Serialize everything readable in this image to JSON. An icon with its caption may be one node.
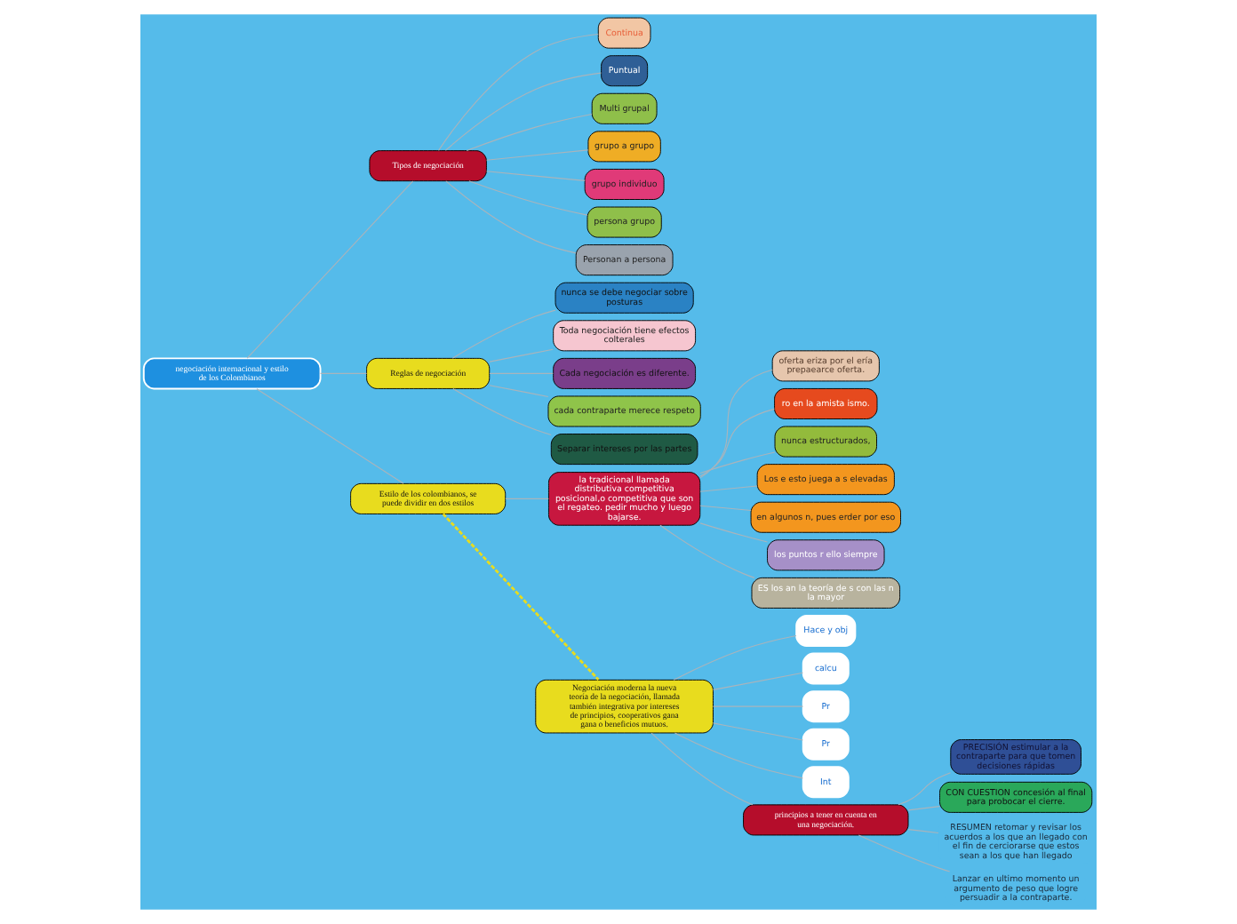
{
  "diagram": {
    "nodes": [
      {
        "text": [
          "negociación internacional y estilo de los Colombianos"
        ]
      },
      {
        "text": [
          "Tipos de negociación"
        ]
      },
      {
        "text": [
          "Continua"
        ]
      },
      {
        "text": [
          "Puntual"
        ]
      },
      {
        "text": [
          "Multi grupal"
        ]
      },
      {
        "text": [
          "grupo a grupo"
        ]
      },
      {
        "text": [
          "grupo individuo"
        ]
      },
      {
        "text": [
          "persona grupo"
        ]
      },
      {
        "text": [
          "Personan a persona"
        ]
      },
      {
        "text": [
          "Reglas de negociación"
        ]
      },
      {
        "text": [
          "nunca se debe negociar sobre posturas"
        ]
      },
      {
        "text": [
          "Toda negociación tiene efectos colterales"
        ]
      },
      {
        "text": [
          "Cada negociación es diferente."
        ]
      },
      {
        "text": [
          "cada contraparte merece respeto"
        ]
      },
      {
        "text": [
          "Separar intereses por las partes"
        ]
      },
      {
        "text": [
          "Estilo de los colombianos, se puede dividir en dos estilos"
        ]
      },
      {
        "text": [
          "la tradicional llamada distributiva competitiva posicional,o competitiva que son el regateo. pedir mucho y luego bajarse."
        ]
      },
      {
        "text": [
          "oferta eriza por el ería prepaearce oferta."
        ]
      },
      {
        "text": [
          "ro en la amista ismo."
        ]
      },
      {
        "text": [
          "nunca estructurados,"
        ]
      },
      {
        "text": [
          "Los e esto juega a s elevadas"
        ]
      },
      {
        "text": [
          "en algunos n, pues erder por eso"
        ]
      },
      {
        "text": [
          "los puntos r ello siempre"
        ]
      },
      {
        "text": [
          "ES los an la teoría de s con las n la mayor"
        ]
      },
      {
        "text": [
          "Negociación moderna la nueva teoría de la negociación, llamada también integrativa por intereses de principios, cooperativos gana gana o beneficios mutuos."
        ]
      },
      {
        "text": [
          "Hace y obj"
        ]
      },
      {
        "text": [
          "calcu"
        ]
      },
      {
        "text": [
          "Pr"
        ]
      },
      {
        "text": [
          "Pr"
        ]
      },
      {
        "text": [
          "Int"
        ]
      },
      {
        "text": [
          "principios a tener en cuenta en una negociación."
        ]
      },
      {
        "text": [
          "PRECISIÓN estimular a la contraparte para que tomen decisiones rápidas"
        ]
      },
      {
        "text": [
          "CON CUESTION concesión al final para probocar el cierre."
        ]
      },
      {
        "text": [
          "RESUMEN retomar y revisar los acuerdos a los que an llegado con el fin de cerciorarse que estos sean a los que han llegado"
        ]
      },
      {
        "text": [
          "Lanzar en ultimo momento un argumento de peso que logre persuadir a la contraparte."
        ]
      }
    ],
    "edges": [
      {
        "from": 0,
        "to": 1,
        "arrow": "none"
      },
      {
        "from": 1,
        "to": 2,
        "arrow": "none"
      },
      {
        "from": 1,
        "to": 3,
        "arrow": "none"
      },
      {
        "from": 1,
        "to": 4,
        "arrow": "none"
      },
      {
        "from": 1,
        "to": 5,
        "arrow": "none"
      },
      {
        "from": 1,
        "to": 6,
        "arrow": "none"
      },
      {
        "from": 1,
        "to": 7,
        "arrow": "none"
      },
      {
        "from": 1,
        "to": 8,
        "arrow": "none"
      },
      {
        "from": 0,
        "to": 9,
        "arrow": "none"
      },
      {
        "from": 9,
        "to": 10,
        "arrow": "none"
      },
      {
        "from": 9,
        "to": 11,
        "arrow": "none"
      },
      {
        "from": 9,
        "to": 12,
        "arrow": "none"
      },
      {
        "from": 9,
        "to": 13,
        "arrow": "none"
      },
      {
        "from": 9,
        "to": 14,
        "arrow": "none"
      },
      {
        "from": 0,
        "to": 15,
        "arrow": "none"
      },
      {
        "from": 15,
        "to": 16,
        "arrow": "none"
      },
      {
        "from": 16,
        "to": 17,
        "arrow": "none"
      },
      {
        "from": 16,
        "to": 18,
        "arrow": "none"
      },
      {
        "from": 16,
        "to": 19,
        "arrow": "none"
      },
      {
        "from": 16,
        "to": 20,
        "arrow": "none"
      },
      {
        "from": 16,
        "to": 21,
        "arrow": "none"
      },
      {
        "from": 16,
        "to": 22,
        "arrow": "none"
      },
      {
        "from": 16,
        "to": 23,
        "arrow": "none"
      },
      {
        "from": 15,
        "to": 24,
        "arrow": "none",
        "style": "dashed",
        "color": "#e8dc1e"
      },
      {
        "from": 24,
        "to": 25,
        "arrow": "none"
      },
      {
        "from": 24,
        "to": 26,
        "arrow": "none"
      },
      {
        "from": 24,
        "to": 27,
        "arrow": "none"
      },
      {
        "from": 24,
        "to": 28,
        "arrow": "none"
      },
      {
        "from": 24,
        "to": 29,
        "arrow": "none"
      },
      {
        "from": 24,
        "to": 30,
        "arrow": "none"
      },
      {
        "from": 30,
        "to": 31,
        "arrow": "none"
      },
      {
        "from": 30,
        "to": 32,
        "arrow": "none"
      },
      {
        "from": 30,
        "to": 33,
        "arrow": "none"
      },
      {
        "from": 30,
        "to": 34,
        "arrow": "none"
      }
    ]
  }
}
